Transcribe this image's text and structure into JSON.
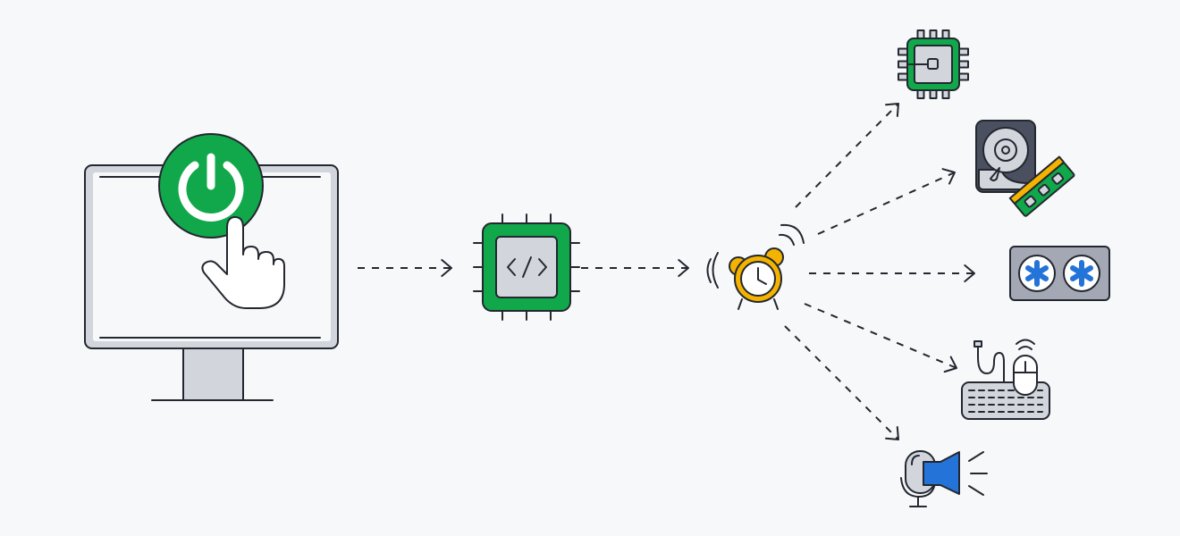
{
  "diagram": {
    "colors": {
      "background": "#f7f8fa",
      "outline": "#23272f",
      "green": "#10a84a",
      "gray": "#d2d5dc",
      "dark_gray": "#4a5060",
      "yellow": "#f5b301",
      "blue": "#2473d9"
    },
    "nodes": [
      {
        "id": "computer",
        "icon": "monitor-power-button-icon"
      },
      {
        "id": "firmware",
        "icon": "chip-code-icon"
      },
      {
        "id": "interrupt",
        "icon": "alarm-clock-icon"
      },
      {
        "id": "cpu",
        "icon": "cpu-icon"
      },
      {
        "id": "storage-memory",
        "icon": "hard-drive-ram-icon"
      },
      {
        "id": "graphics",
        "icon": "graphics-card-icon"
      },
      {
        "id": "input",
        "icon": "keyboard-mouse-icon"
      },
      {
        "id": "audio",
        "icon": "microphone-speaker-icon"
      }
    ],
    "edges": [
      {
        "from": "computer",
        "to": "firmware",
        "style": "dashed-arrow"
      },
      {
        "from": "firmware",
        "to": "interrupt",
        "style": "dashed-arrow"
      },
      {
        "from": "interrupt",
        "to": "cpu",
        "style": "dashed-arrow"
      },
      {
        "from": "interrupt",
        "to": "storage-memory",
        "style": "dashed-arrow"
      },
      {
        "from": "interrupt",
        "to": "graphics",
        "style": "dashed-arrow"
      },
      {
        "from": "interrupt",
        "to": "input",
        "style": "dashed-arrow"
      },
      {
        "from": "interrupt",
        "to": "audio",
        "style": "dashed-arrow"
      }
    ]
  }
}
